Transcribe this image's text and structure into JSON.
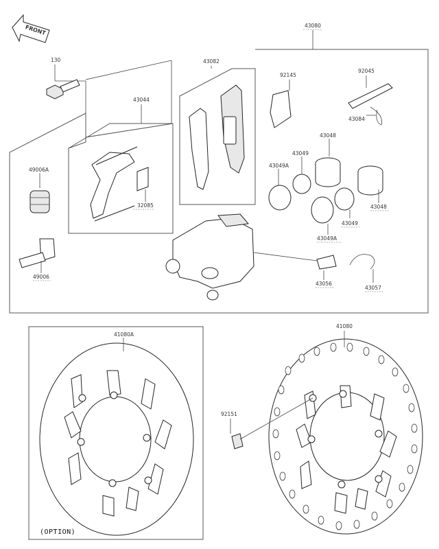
{
  "front_badge": "FRONT",
  "option_label": "(OPTION)",
  "part_numbers": {
    "p43080": "43080",
    "p130": "130",
    "p43082": "43082",
    "p43044": "43044",
    "p92145": "92145",
    "p92045": "92045",
    "p43084": "43084",
    "p43048_top": "43048",
    "p43049_top": "43049",
    "p43049A_top": "43049A",
    "p49006A": "49006A",
    "p32085": "32085",
    "p43048_right": "43048",
    "p43049_bottom": "43049",
    "p43049A_bottom": "43049A",
    "p49006": "49006",
    "p43056": "43056",
    "p43057": "43057",
    "p41080A": "41080A",
    "p41080": "41080",
    "p92151": "92151"
  }
}
